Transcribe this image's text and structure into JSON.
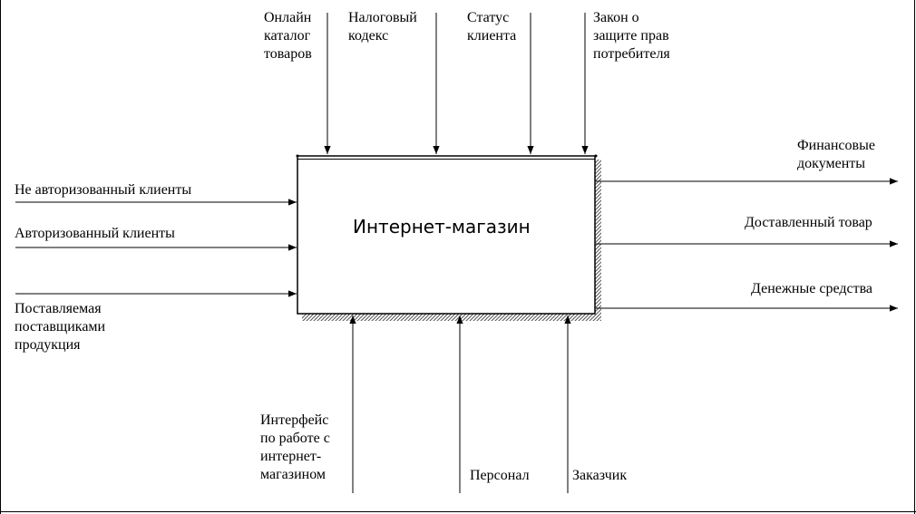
{
  "process": {
    "title": "Интернет-магазин"
  },
  "controls": [
    "Онлайн\nкаталог\nтоваров",
    "Налоговый\nкодекс",
    "Статус\nклиента",
    "Закон о\nзащите прав\nпотребителя"
  ],
  "inputs": [
    "Не авторизованный клиенты",
    "Авторизованный клиенты",
    "Поставляемая\nпоставщиками\nпродукция"
  ],
  "outputs": [
    "Финансовые\nдокументы",
    "Доставленный товар",
    "Денежные средства"
  ],
  "mechanisms": [
    "Интерфейс\nпо работе с\nинтернет-\nмагазином",
    "Персонал",
    "Заказчик"
  ]
}
